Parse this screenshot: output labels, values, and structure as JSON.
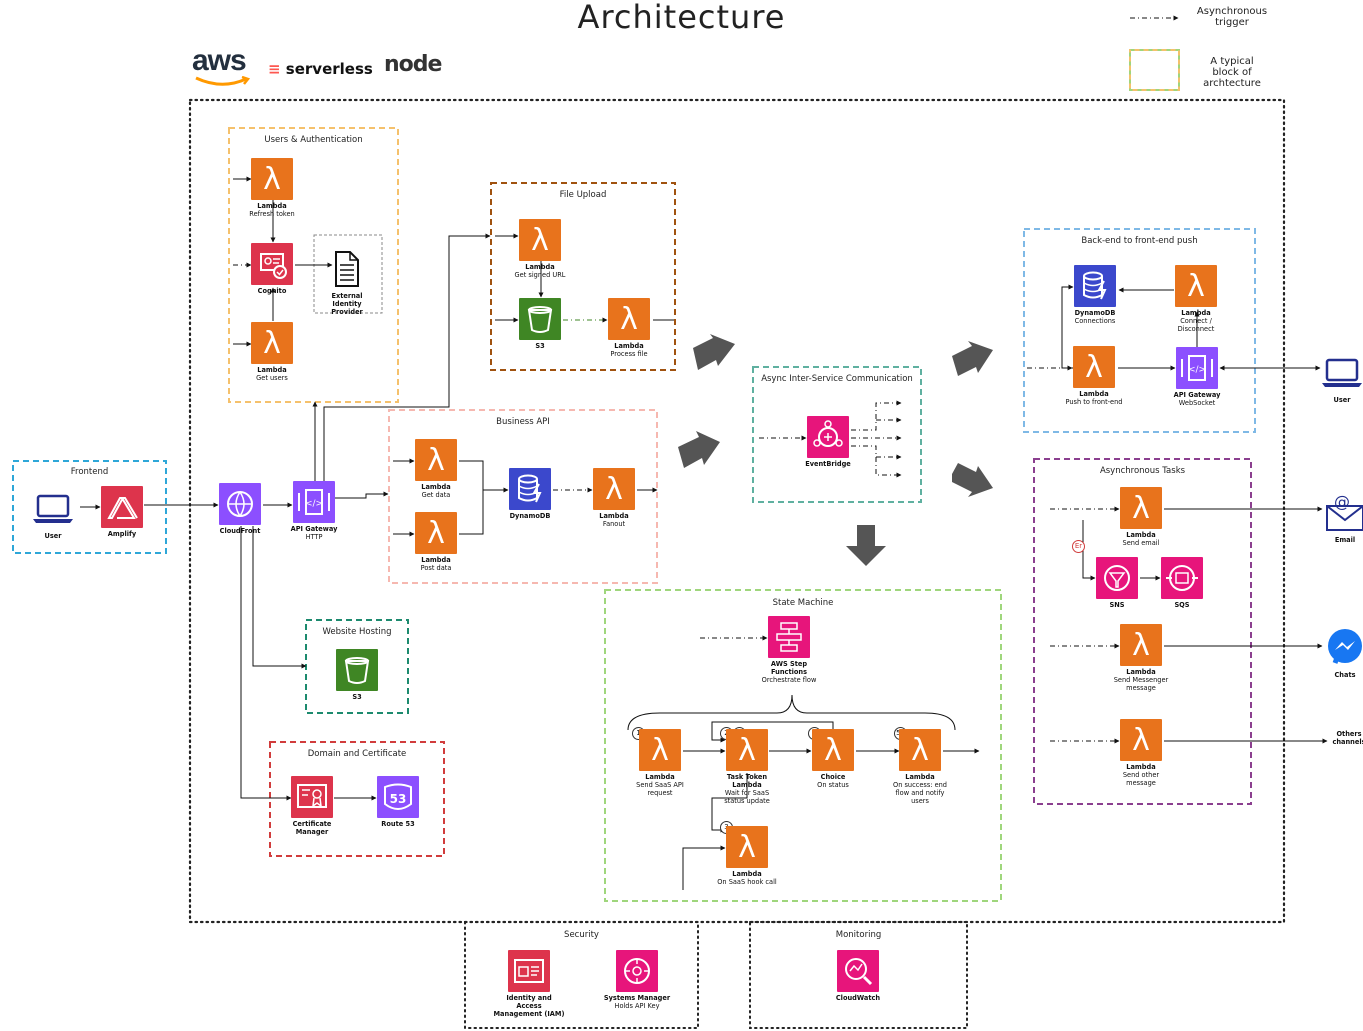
{
  "title": "Architecture",
  "legend": {
    "async_trigger": "Asynchronous\ntrigger",
    "typical_block": "A typical\nblock of\narchtecture"
  },
  "logos": {
    "aws": "aws",
    "serverless": "serverless",
    "node": "node"
  },
  "colors": {
    "lambda": "#e8731c",
    "storage": "#3f8624",
    "database": "#3b48cc",
    "networking": "#8c4fff",
    "security": "#dd344c",
    "integration": "#e7157b",
    "users_group": "#f5c16c",
    "file_group": "#a0520f",
    "business_group": "#f6b8b0",
    "async_group": "#5fb0a0",
    "frontend_group": "#2ea7d8",
    "website_group": "#1c8a6e",
    "domain_group": "#d13c3c",
    "push_group": "#7fb9e6",
    "tasks_group": "#8b3f8f",
    "state_group": "#9fd67c"
  },
  "groups": {
    "users_auth": "Users & Authentication",
    "file_upload": "File Upload",
    "business_api": "Business API",
    "async_comm": "Async Inter-Service Communication",
    "frontend": "Frontend",
    "website": "Website Hosting",
    "domain": "Domain and Certificate",
    "push": "Back-end to front-end push",
    "tasks": "Asynchronous Tasks",
    "state_machine": "State Machine",
    "security": "Security",
    "monitoring": "Monitoring"
  },
  "nodes": {
    "lambda_refresh": {
      "name": "Lambda",
      "desc": "Refresh token"
    },
    "cognito": {
      "name": "Cognito",
      "desc": ""
    },
    "external_idp": {
      "name": "External\nIdentity\nProvider",
      "desc": ""
    },
    "lambda_get_users": {
      "name": "Lambda",
      "desc": "Get users"
    },
    "lambda_signed_url": {
      "name": "Lambda",
      "desc": "Get signed URL"
    },
    "s3_upload": {
      "name": "S3",
      "desc": ""
    },
    "lambda_process_file": {
      "name": "Lambda",
      "desc": "Process file"
    },
    "lambda_get_data": {
      "name": "Lambda",
      "desc": "Get data"
    },
    "lambda_post_data": {
      "name": "Lambda",
      "desc": "Post data"
    },
    "dynamodb": {
      "name": "DynamoDB",
      "desc": ""
    },
    "lambda_fanout": {
      "name": "Lambda",
      "desc": "Fanout"
    },
    "eventbridge": {
      "name": "EventBridge",
      "desc": ""
    },
    "user_front": {
      "name": "User",
      "desc": ""
    },
    "amplify": {
      "name": "Amplify",
      "desc": ""
    },
    "cloudfront": {
      "name": "CloudFront",
      "desc": ""
    },
    "api_gw_http": {
      "name": "API Gateway",
      "desc": "HTTP"
    },
    "s3_site": {
      "name": "S3",
      "desc": ""
    },
    "cert_manager": {
      "name": "Certificate\nManager",
      "desc": ""
    },
    "route53": {
      "name": "Route 53",
      "desc": ""
    },
    "dynamo_conn": {
      "name": "DynamoDB",
      "desc": "Connections"
    },
    "lambda_connect": {
      "name": "Lambda",
      "desc": "Connect /\nDisconnect"
    },
    "lambda_push": {
      "name": "Lambda",
      "desc": "Push to front-end"
    },
    "api_gw_ws": {
      "name": "API Gateway",
      "desc": "WebSocket"
    },
    "user_push": {
      "name": "User",
      "desc": ""
    },
    "lambda_email": {
      "name": "Lambda",
      "desc": "Send email"
    },
    "sns": {
      "name": "SNS",
      "desc": ""
    },
    "sqs": {
      "name": "SQS",
      "desc": ""
    },
    "email": {
      "name": "Email",
      "desc": ""
    },
    "lambda_messenger": {
      "name": "Lambda",
      "desc": "Send Messenger\nmessage"
    },
    "chats": {
      "name": "Chats",
      "desc": ""
    },
    "lambda_other": {
      "name": "Lambda",
      "desc": "Send other\nmessage"
    },
    "others": {
      "name": "Others\nchannels",
      "desc": ""
    },
    "step_functions": {
      "name": "AWS Step\nFunctions",
      "desc": "Orchestrate flow"
    },
    "lambda_saas": {
      "name": "Lambda",
      "desc": "Send SaaS API\nrequest"
    },
    "task_token": {
      "name": "Task Token\nLambda",
      "desc": "Wait for SaaS\nstatus update"
    },
    "choice": {
      "name": "Choice",
      "desc": "On status"
    },
    "lambda_success": {
      "name": "Lambda",
      "desc": "On success: end\nflow and notify\nusers"
    },
    "lambda_hook": {
      "name": "Lambda",
      "desc": "On SaaS hook call"
    },
    "iam": {
      "name": "Identity and\nAccess\nManagement (IAM)",
      "desc": ""
    },
    "ssm": {
      "name": "Systems Manager",
      "desc": "Holds API Key"
    },
    "cloudwatch": {
      "name": "CloudWatch",
      "desc": ""
    }
  },
  "steps": {
    "s1": "1",
    "s2": "2",
    "s5b": "5b",
    "s4": "4",
    "s5a": "5a",
    "s3": "3"
  },
  "error_badge": "Er"
}
